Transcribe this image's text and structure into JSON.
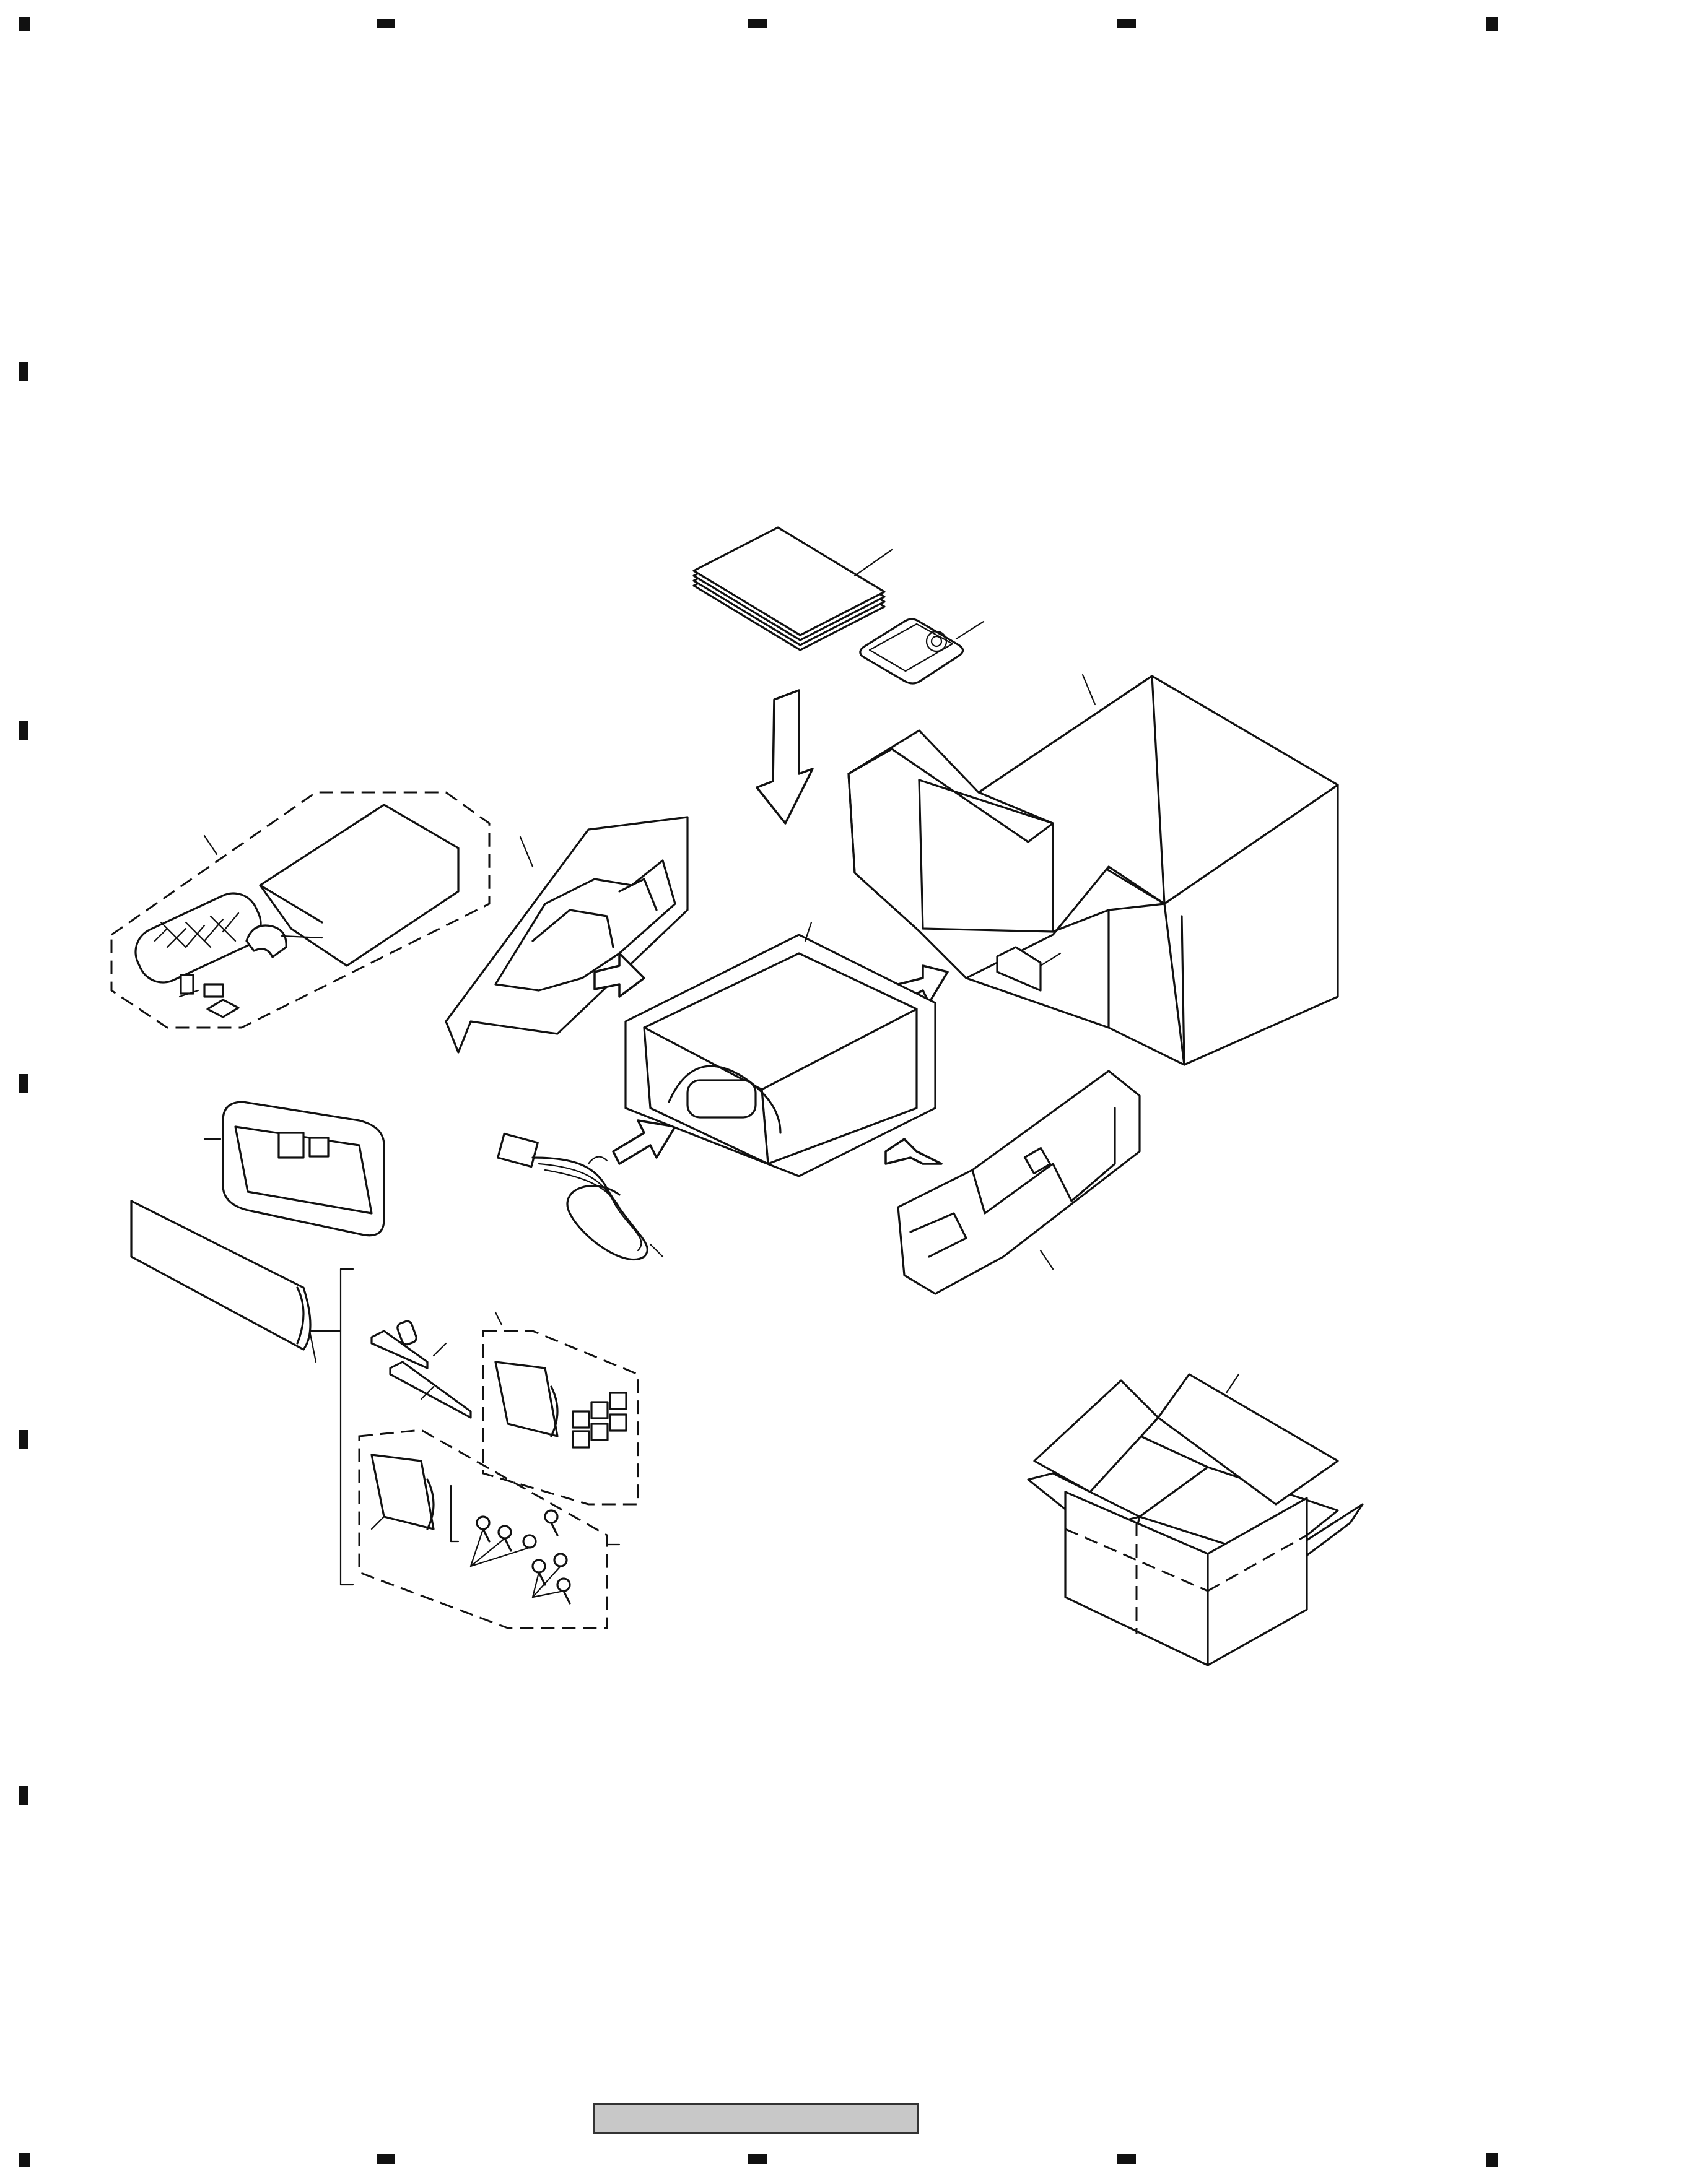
{
  "page": {
    "footer_label": ""
  },
  "diagram": {
    "description_visible_text": [],
    "parts": [
      {
        "id": "manual-set",
        "icon": "booklet-stack-icon"
      },
      {
        "id": "remote-control",
        "icon": "remote-icon"
      },
      {
        "id": "carton-sleeve",
        "icon": "sleeve-box-icon"
      },
      {
        "id": "accessory-bag-assembly",
        "icon": "bag-icon"
      },
      {
        "id": "protector-left",
        "icon": "foam-insert-icon"
      },
      {
        "id": "head-unit",
        "icon": "head-unit-icon"
      },
      {
        "id": "protector-right",
        "icon": "foam-insert-icon"
      },
      {
        "id": "cord-assembly",
        "icon": "cable-icon"
      },
      {
        "id": "front-panel-case",
        "icon": "case-icon"
      },
      {
        "id": "polyethylene-bag",
        "icon": "bag-icon"
      },
      {
        "id": "screw-kit",
        "icon": "screw-icon"
      },
      {
        "id": "key-set",
        "icon": "key-icon"
      },
      {
        "id": "button-set",
        "icon": "button-icon"
      },
      {
        "id": "outer-carton",
        "icon": "carton-box-icon"
      }
    ],
    "colors": {
      "line": "#111111",
      "background": "#ffffff",
      "footer_fill": "#c8c8c8"
    }
  }
}
